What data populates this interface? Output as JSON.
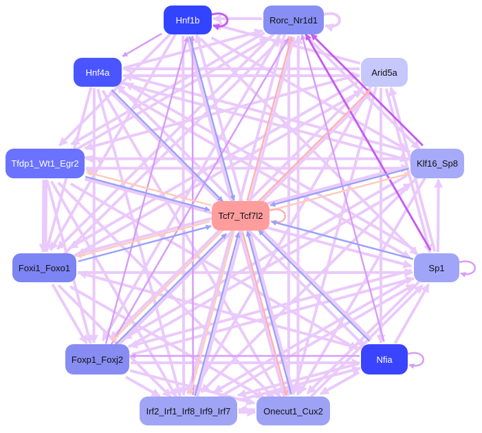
{
  "colors": {
    "light": "#eac9fb",
    "medium": "#d79cf7",
    "strong": "#c45cf2",
    "blue": "#99a2f8",
    "pink": "#ffb0b0",
    "peach": "#ffcbbb"
  },
  "nodes": [
    {
      "id": "Hnf1b",
      "label": "Hnf1b",
      "fill": "#3344ff",
      "text": "#ffffff"
    },
    {
      "id": "Rorc",
      "label": "Rorc_Nr1d1",
      "fill": "#878ff5",
      "text": "#111111"
    },
    {
      "id": "Hnf4a",
      "label": "Hnf4a",
      "fill": "#4a55ff",
      "text": "#ffffff"
    },
    {
      "id": "Arid5a",
      "label": "Arid5a",
      "fill": "#c6c7fb",
      "text": "#111111"
    },
    {
      "id": "Tfdp1",
      "label": "Tfdp1_Wt1_Egr2",
      "fill": "#6a72ff",
      "text": "#ffffff"
    },
    {
      "id": "Klf16",
      "label": "Klf16_Sp8",
      "fill": "#a6aaf8",
      "text": "#111111"
    },
    {
      "id": "Tcf7",
      "label": "Tcf7_Tcf7l2",
      "fill": "#ff9d9d",
      "text": "#111111"
    },
    {
      "id": "Foxi1",
      "label": "Foxi1_Foxo1",
      "fill": "#7d84f3",
      "text": "#111111"
    },
    {
      "id": "Sp1",
      "label": "Sp1",
      "fill": "#a0a5f8",
      "text": "#111111"
    },
    {
      "id": "Foxp1",
      "label": "Foxp1_Foxj2",
      "fill": "#868cf2",
      "text": "#111111"
    },
    {
      "id": "Nfia",
      "label": "Nfia",
      "fill": "#3a44ff",
      "text": "#ffffff"
    },
    {
      "id": "Irf2",
      "label": "Irf2_Irf1_Irf8_Irf9_Irf7",
      "fill": "#a0a4f5",
      "text": "#111111"
    },
    {
      "id": "Onecut1",
      "label": "Onecut1_Cux2",
      "fill": "#9da2f5",
      "text": "#111111"
    }
  ],
  "edges": [
    [
      "Hnf1b",
      "Hnf1b",
      "strong"
    ],
    [
      "Rorc",
      "Rorc",
      "light"
    ],
    [
      "Tcf7",
      "Tcf7",
      "pink"
    ],
    [
      "Sp1",
      "Sp1",
      "medium"
    ],
    [
      "Nfia",
      "Nfia",
      "medium"
    ],
    [
      "Tfdp1",
      "Tfdp1",
      "light"
    ],
    [
      "Hnf1b",
      "Tcf7",
      "blue"
    ],
    [
      "Hnf4a",
      "Tcf7",
      "blue"
    ],
    [
      "Klf16",
      "Tcf7",
      "blue"
    ],
    [
      "Sp1",
      "Tcf7",
      "blue"
    ],
    [
      "Nfia",
      "Tcf7",
      "blue"
    ],
    [
      "Onecut1",
      "Tcf7",
      "blue"
    ],
    [
      "Irf2",
      "Tcf7",
      "blue"
    ],
    [
      "Foxp1",
      "Tcf7",
      "blue"
    ],
    [
      "Foxi1",
      "Tcf7",
      "blue"
    ],
    [
      "Tfdp1",
      "Tcf7",
      "blue"
    ],
    [
      "Tcf7",
      "Rorc",
      "pink"
    ],
    [
      "Tcf7",
      "Arid5a",
      "pink"
    ],
    [
      "Tcf7",
      "Onecut1",
      "pink"
    ],
    [
      "Tcf7",
      "Irf2",
      "peach"
    ],
    [
      "Tcf7",
      "Foxp1",
      "peach"
    ],
    [
      "Tcf7",
      "Foxi1",
      "peach"
    ],
    [
      "Tcf7",
      "Tfdp1",
      "peach"
    ],
    [
      "Tcf7",
      "Klf16",
      "peach"
    ],
    [
      "Sp1",
      "Rorc",
      "strong"
    ],
    [
      "Klf16",
      "Rorc",
      "strong"
    ],
    [
      "Nfia",
      "Rorc",
      "medium"
    ],
    [
      "Hnf1b",
      "Hnf4a",
      "medium"
    ],
    [
      "Foxp1",
      "Rorc",
      "medium"
    ],
    [
      "Irf2",
      "Hnf1b",
      "medium"
    ],
    [
      "Foxp1",
      "Hnf1b",
      "medium"
    ],
    [
      "Nfia",
      "Foxp1",
      "medium"
    ],
    [
      "Rorc",
      "Hnf1b",
      "light"
    ],
    [
      "Arid5a",
      "Hnf4a",
      "light"
    ],
    [
      "Hnf4a",
      "Arid5a",
      "light"
    ],
    [
      "Tfdp1",
      "Klf16",
      "light"
    ],
    [
      "Foxi1",
      "Sp1",
      "light"
    ],
    [
      "Foxp1",
      "Nfia",
      "light"
    ],
    [
      "Irf2",
      "Onecut1",
      "light"
    ],
    [
      "Onecut1",
      "Irf2",
      "light"
    ],
    [
      "Hnf1b",
      "Klf16",
      "light"
    ],
    [
      "Hnf1b",
      "Sp1",
      "light"
    ],
    [
      "Hnf1b",
      "Tfdp1",
      "light"
    ],
    [
      "Hnf1b",
      "Foxi1",
      "light"
    ],
    [
      "Hnf1b",
      "Irf2",
      "light"
    ],
    [
      "Hnf1b",
      "Onecut1",
      "light"
    ],
    [
      "Rorc",
      "Tfdp1",
      "light"
    ],
    [
      "Rorc",
      "Foxi1",
      "light"
    ],
    [
      "Rorc",
      "Foxp1",
      "light"
    ],
    [
      "Rorc",
      "Irf2",
      "light"
    ],
    [
      "Rorc",
      "Onecut1",
      "light"
    ],
    [
      "Rorc",
      "Klf16",
      "light"
    ],
    [
      "Hnf4a",
      "Foxi1",
      "light"
    ],
    [
      "Hnf4a",
      "Foxp1",
      "light"
    ],
    [
      "Hnf4a",
      "Irf2",
      "light"
    ],
    [
      "Hnf4a",
      "Onecut1",
      "light"
    ],
    [
      "Hnf4a",
      "Nfia",
      "light"
    ],
    [
      "Hnf4a",
      "Sp1",
      "light"
    ],
    [
      "Hnf4a",
      "Klf16",
      "light"
    ],
    [
      "Hnf4a",
      "Rorc",
      "light"
    ],
    [
      "Arid5a",
      "Tfdp1",
      "light"
    ],
    [
      "Arid5a",
      "Foxi1",
      "light"
    ],
    [
      "Arid5a",
      "Foxp1",
      "light"
    ],
    [
      "Arid5a",
      "Irf2",
      "light"
    ],
    [
      "Arid5a",
      "Onecut1",
      "light"
    ],
    [
      "Arid5a",
      "Sp1",
      "light"
    ],
    [
      "Arid5a",
      "Nfia",
      "light"
    ],
    [
      "Arid5a",
      "Hnf1b",
      "light"
    ],
    [
      "Tfdp1",
      "Foxi1",
      "light"
    ],
    [
      "Foxi1",
      "Tfdp1",
      "light"
    ],
    [
      "Tfdp1",
      "Foxp1",
      "light"
    ],
    [
      "Tfdp1",
      "Irf2",
      "light"
    ],
    [
      "Tfdp1",
      "Onecut1",
      "light"
    ],
    [
      "Tfdp1",
      "Nfia",
      "light"
    ],
    [
      "Tfdp1",
      "Sp1",
      "light"
    ],
    [
      "Tfdp1",
      "Rorc",
      "light"
    ],
    [
      "Klf16",
      "Foxi1",
      "light"
    ],
    [
      "Klf16",
      "Foxp1",
      "light"
    ],
    [
      "Klf16",
      "Irf2",
      "light"
    ],
    [
      "Klf16",
      "Onecut1",
      "light"
    ],
    [
      "Klf16",
      "Hnf4a",
      "light"
    ],
    [
      "Klf16",
      "Tfdp1",
      "light"
    ],
    [
      "Sp1",
      "Foxp1",
      "light"
    ],
    [
      "Sp1",
      "Irf2",
      "light"
    ],
    [
      "Sp1",
      "Onecut1",
      "light"
    ],
    [
      "Sp1",
      "Hnf4a",
      "light"
    ],
    [
      "Sp1",
      "Klf16",
      "light"
    ],
    [
      "Sp1",
      "Arid5a",
      "light"
    ],
    [
      "Foxi1",
      "Foxp1",
      "light"
    ],
    [
      "Foxi1",
      "Irf2",
      "light"
    ],
    [
      "Foxi1",
      "Onecut1",
      "light"
    ],
    [
      "Foxi1",
      "Rorc",
      "light"
    ],
    [
      "Foxi1",
      "Arid5a",
      "light"
    ],
    [
      "Foxp1",
      "Onecut1",
      "light"
    ],
    [
      "Foxp1",
      "Irf2",
      "light"
    ],
    [
      "Foxp1",
      "Sp1",
      "light"
    ],
    [
      "Foxp1",
      "Klf16",
      "light"
    ],
    [
      "Foxp1",
      "Arid5a",
      "light"
    ],
    [
      "Nfia",
      "Irf2",
      "light"
    ],
    [
      "Nfia",
      "Onecut1",
      "light"
    ],
    [
      "Nfia",
      "Foxi1",
      "light"
    ],
    [
      "Nfia",
      "Hnf4a",
      "light"
    ],
    [
      "Nfia",
      "Sp1",
      "light"
    ],
    [
      "Irf2",
      "Sp1",
      "light"
    ],
    [
      "Irf2",
      "Nfia",
      "light"
    ],
    [
      "Irf2",
      "Rorc",
      "light"
    ],
    [
      "Onecut1",
      "Rorc",
      "light"
    ],
    [
      "Onecut1",
      "Hnf1b",
      "light"
    ],
    [
      "Onecut1",
      "Sp1",
      "light"
    ]
  ]
}
